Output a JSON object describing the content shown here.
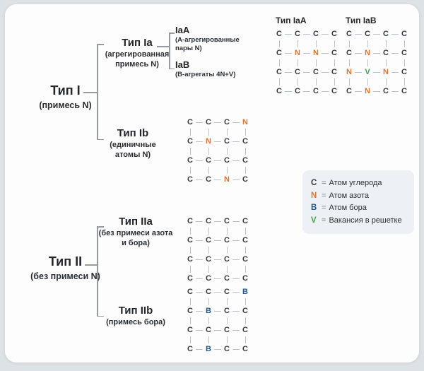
{
  "tree": {
    "type1": {
      "title": "Тип I",
      "subtitle": "(примесь N)"
    },
    "type1a": {
      "title": "Тип Ia",
      "subtitle": "(агрегированная примесь N)"
    },
    "type1aA": {
      "title": "IaA",
      "subtitle": "(A-агрегированные пары N)"
    },
    "type1aB": {
      "title": "IaB",
      "subtitle": "(B-агрегаты 4N+V)"
    },
    "type1b": {
      "title": "Тип Ib",
      "subtitle": "(единичные атомы N)"
    },
    "type2": {
      "title": "Тип II",
      "subtitle": "(без примеси N)"
    },
    "type2a": {
      "title": "Тип IIa",
      "subtitle": "(без примеси азота и бора)"
    },
    "type2b": {
      "title": "Тип IIb",
      "subtitle": "(примесь бора)"
    }
  },
  "lattices": {
    "iaA": {
      "label": "Тип IaA",
      "rows": [
        [
          "C",
          "C",
          "C",
          "C"
        ],
        [
          "C",
          "N",
          "N",
          "C"
        ],
        [
          "C",
          "C",
          "C",
          "C"
        ],
        [
          "C",
          "C",
          "C",
          "C"
        ]
      ]
    },
    "iaB": {
      "label": "Тип IaB",
      "rows": [
        [
          "C",
          "C",
          "C",
          "C"
        ],
        [
          "C",
          "N",
          "C",
          "C"
        ],
        [
          "N",
          "V",
          "N",
          "C"
        ],
        [
          "C",
          "N",
          "C",
          "C"
        ]
      ]
    },
    "ib": {
      "rows": [
        [
          "C",
          "C",
          "C",
          "N"
        ],
        [
          "C",
          "N",
          "C",
          "C"
        ],
        [
          "C",
          "C",
          "C",
          "C"
        ],
        [
          "C",
          "C",
          "N",
          "C"
        ]
      ]
    },
    "iia": {
      "rows": [
        [
          "C",
          "C",
          "C",
          "C"
        ],
        [
          "C",
          "C",
          "C",
          "C"
        ],
        [
          "C",
          "C",
          "C",
          "C"
        ],
        [
          "C",
          "C",
          "C",
          "C"
        ]
      ]
    },
    "iib": {
      "rows": [
        [
          "C",
          "C",
          "C",
          "B"
        ],
        [
          "C",
          "B",
          "C",
          "C"
        ],
        [
          "C",
          "C",
          "C",
          "C"
        ],
        [
          "C",
          "B",
          "C",
          "C"
        ]
      ]
    }
  },
  "atom_colors": {
    "C": "#33383f",
    "N": "#de7430",
    "B": "#27588a",
    "V": "#3fa050"
  },
  "legend": {
    "separator": "=",
    "items": [
      {
        "symbol": "C",
        "label": "Атом углерода",
        "color": "#33383f"
      },
      {
        "symbol": "N",
        "label": "Атом азота",
        "color": "#de7430"
      },
      {
        "symbol": "B",
        "label": "Атом бора",
        "color": "#27588a"
      },
      {
        "symbol": "V",
        "label": "Вакансия в решетке",
        "color": "#3fa050"
      }
    ]
  }
}
